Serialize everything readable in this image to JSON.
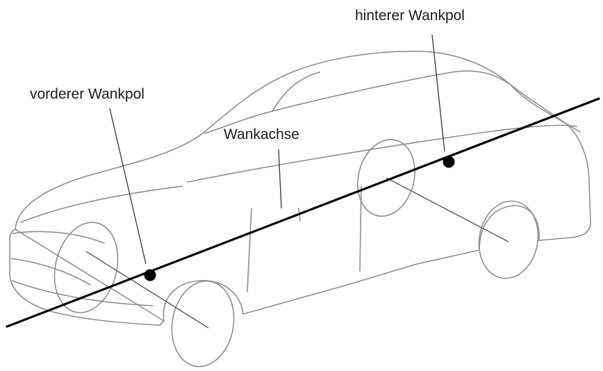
{
  "labels": {
    "front_roll_center": "vorderer Wankpol",
    "rear_roll_center": "hinterer Wankpol",
    "roll_axis": "Wankachse"
  },
  "colors": {
    "outline": "#8c8c8c",
    "axis": "#000000",
    "leader": "#333333",
    "text": "#1a1a1a"
  }
}
